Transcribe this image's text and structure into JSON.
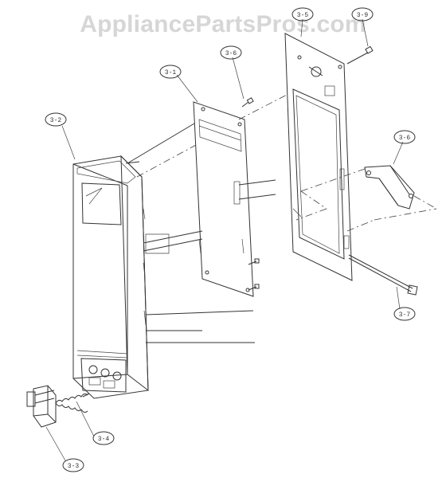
{
  "watermark": "AppliancePartsPros.com",
  "callouts": {
    "c31": "3-1",
    "c32": "3-2",
    "c33": "3-3",
    "c34": "3-4",
    "c35": "3-5",
    "c36a": "3-6",
    "c36b": "3-6",
    "c37": "3-7",
    "c39": "3-9"
  }
}
